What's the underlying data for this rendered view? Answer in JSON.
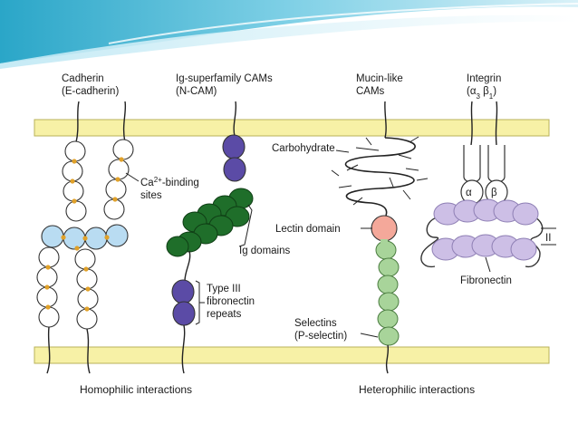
{
  "labels": {
    "cadherin_1": "Cadherin",
    "cadherin_2": "(E-cadherin)",
    "ig_cam_1": "Ig-superfamily CAMs",
    "ig_cam_2": "(N-CAM)",
    "mucin_1": "Mucin-like",
    "mucin_2": "CAMs",
    "integrin_1": "Integrin",
    "integrin_alpha3": "(α",
    "integrin_sub3": "3",
    "integrin_beta1": " β",
    "integrin_sub1": "1",
    "integrin_close": ")",
    "carbohydrate": "Carbohydrate",
    "ca_binding_a": "Ca",
    "ca_binding_sup": "2+",
    "ca_binding_b": "-binding",
    "ca_sites": "sites",
    "ig_domains": "Ig domains",
    "lectin_domain": "Lectin domain",
    "type3_1": "Type III",
    "type3_2": "fibronectin",
    "type3_3": "repeats",
    "selectins_1": "Selectins",
    "selectins_2": "(P-selectin)",
    "alpha": "α",
    "beta": "β",
    "fibronectin": "Fibronectin",
    "roman_two": "II",
    "homophilic": "Homophilic interactions",
    "heterophilic": "Heterophilic interactions"
  },
  "colors": {
    "membrane": "#f7f1a6",
    "membrane_edge": "#b8b25a",
    "cadherin_bead": "#ffffff",
    "ca_dot": "#e0a12a",
    "cadherin_blue": "#b9dcf2",
    "ig_dark_purple": "#5b4ba6",
    "ig_green": "#1f6e2a",
    "lectin": "#f4a89a",
    "selectin_green": "#a8d49a",
    "integrin_lavender": "#cdbfe6",
    "header_teal": "#5fc1d9"
  }
}
